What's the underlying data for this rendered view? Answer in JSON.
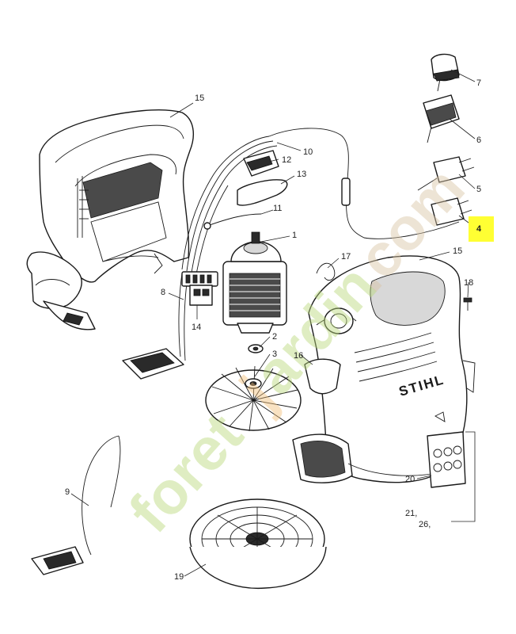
{
  "callouts": {
    "c1": "1",
    "c2": "2",
    "c3": "3",
    "c4": "4",
    "c5": "5",
    "c6": "6",
    "c7": "7",
    "c8": "8",
    "c9": "9",
    "c10": "10",
    "c11": "11",
    "c12": "12",
    "c13": "13",
    "c14": "14",
    "c15a": "15",
    "c15b": "15",
    "c16": "16",
    "c17": "17",
    "c18": "18",
    "c19": "19",
    "c20": "20",
    "c21": "21,",
    "c26": "26,"
  },
  "housing_brand": "STIHL",
  "watermark": {
    "text_green": "foret",
    "text_orange": "j",
    "text_green2": "ardin",
    "text_beige": ".com"
  },
  "colors": {
    "highlight": "#ffff33",
    "watermark_green": "#b9d97a",
    "watermark_orange": "#f2c07a",
    "watermark_beige": "#d9c4a4"
  }
}
